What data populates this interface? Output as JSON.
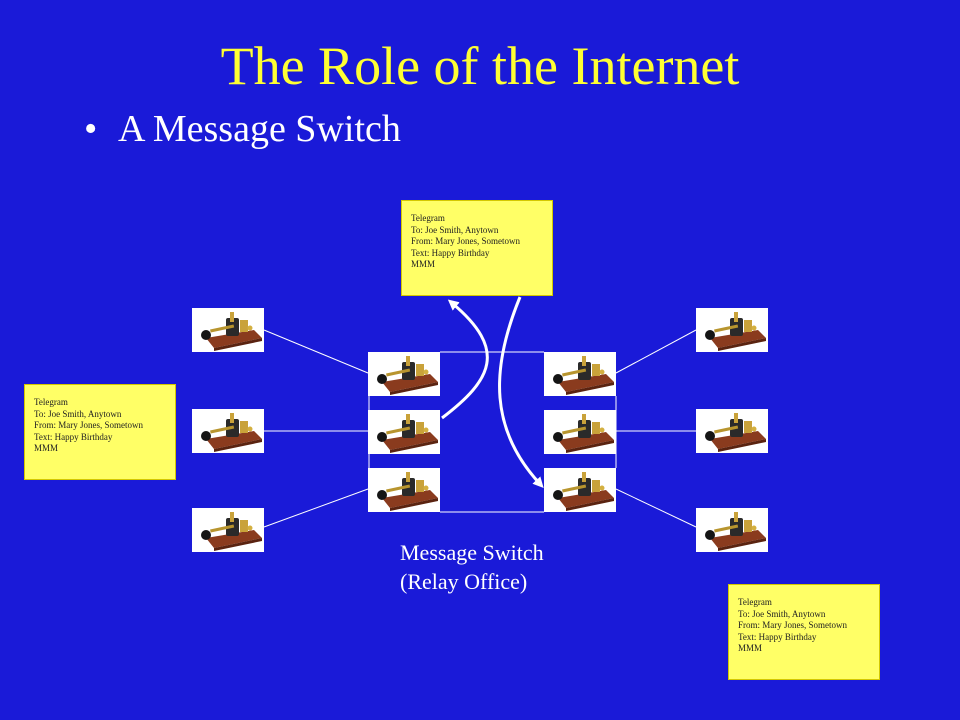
{
  "title": "The Role of the Internet",
  "bullet": {
    "symbol": "•",
    "text": "A Message Switch"
  },
  "telegram": {
    "lines": [
      "Telegram",
      "To: Joe Smith, Anytown",
      "From: Mary Jones, Sometown",
      "Text: Happy Birthday",
      "MMM"
    ]
  },
  "caption": {
    "line1": "Message Switch",
    "line2": "(Relay Office)"
  },
  "colors": {
    "background": "#1a1ad8",
    "title": "#ffff33",
    "note": "#ffff66",
    "line": "#ffffff"
  },
  "icons": {
    "device": "telegraph-key-icon"
  }
}
